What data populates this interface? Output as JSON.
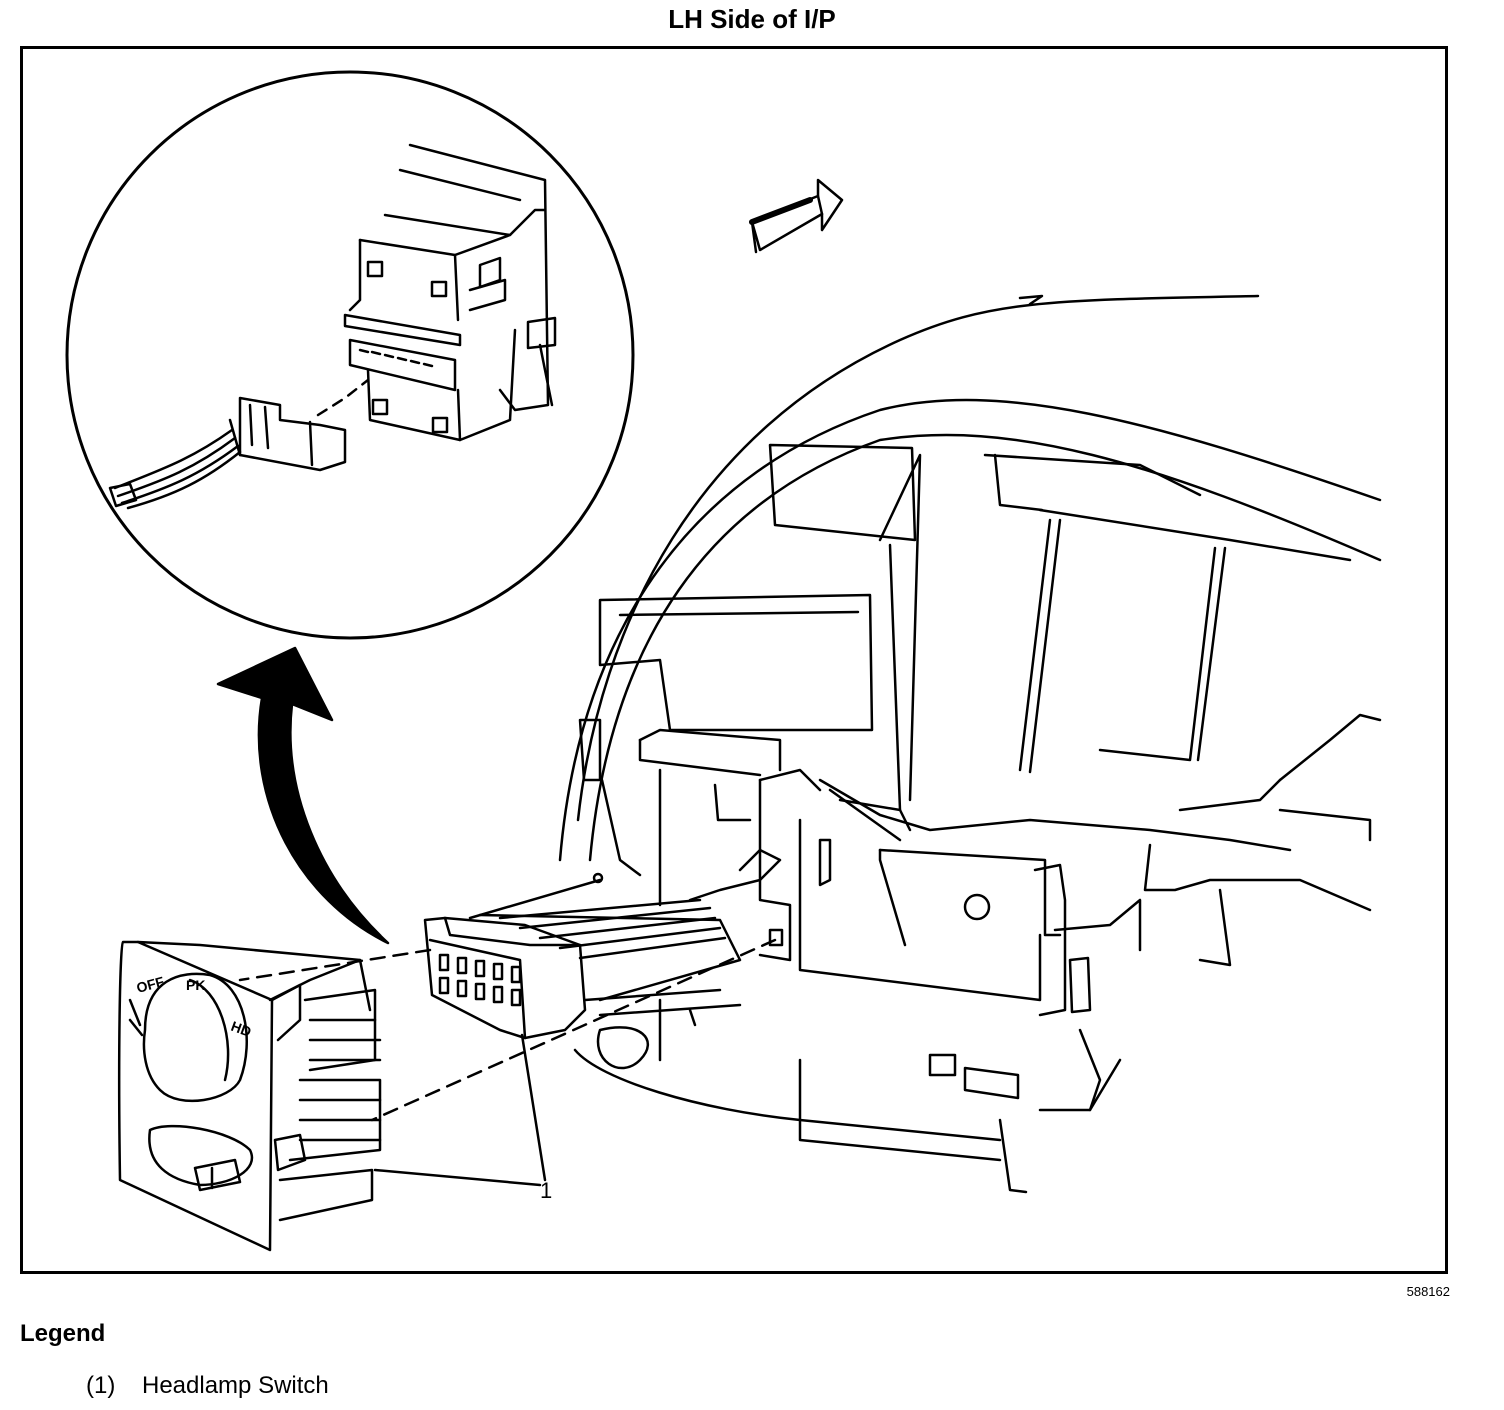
{
  "title": "LH Side of I/P",
  "figure_id": "588162",
  "callouts": [
    {
      "label": "1"
    }
  ],
  "legend": {
    "heading": "Legend",
    "items": [
      {
        "number": "(1)",
        "text": "Headlamp Switch"
      }
    ]
  },
  "switch_markings": {
    "off": "OFF",
    "pk": "PK",
    "hd": "HD"
  }
}
